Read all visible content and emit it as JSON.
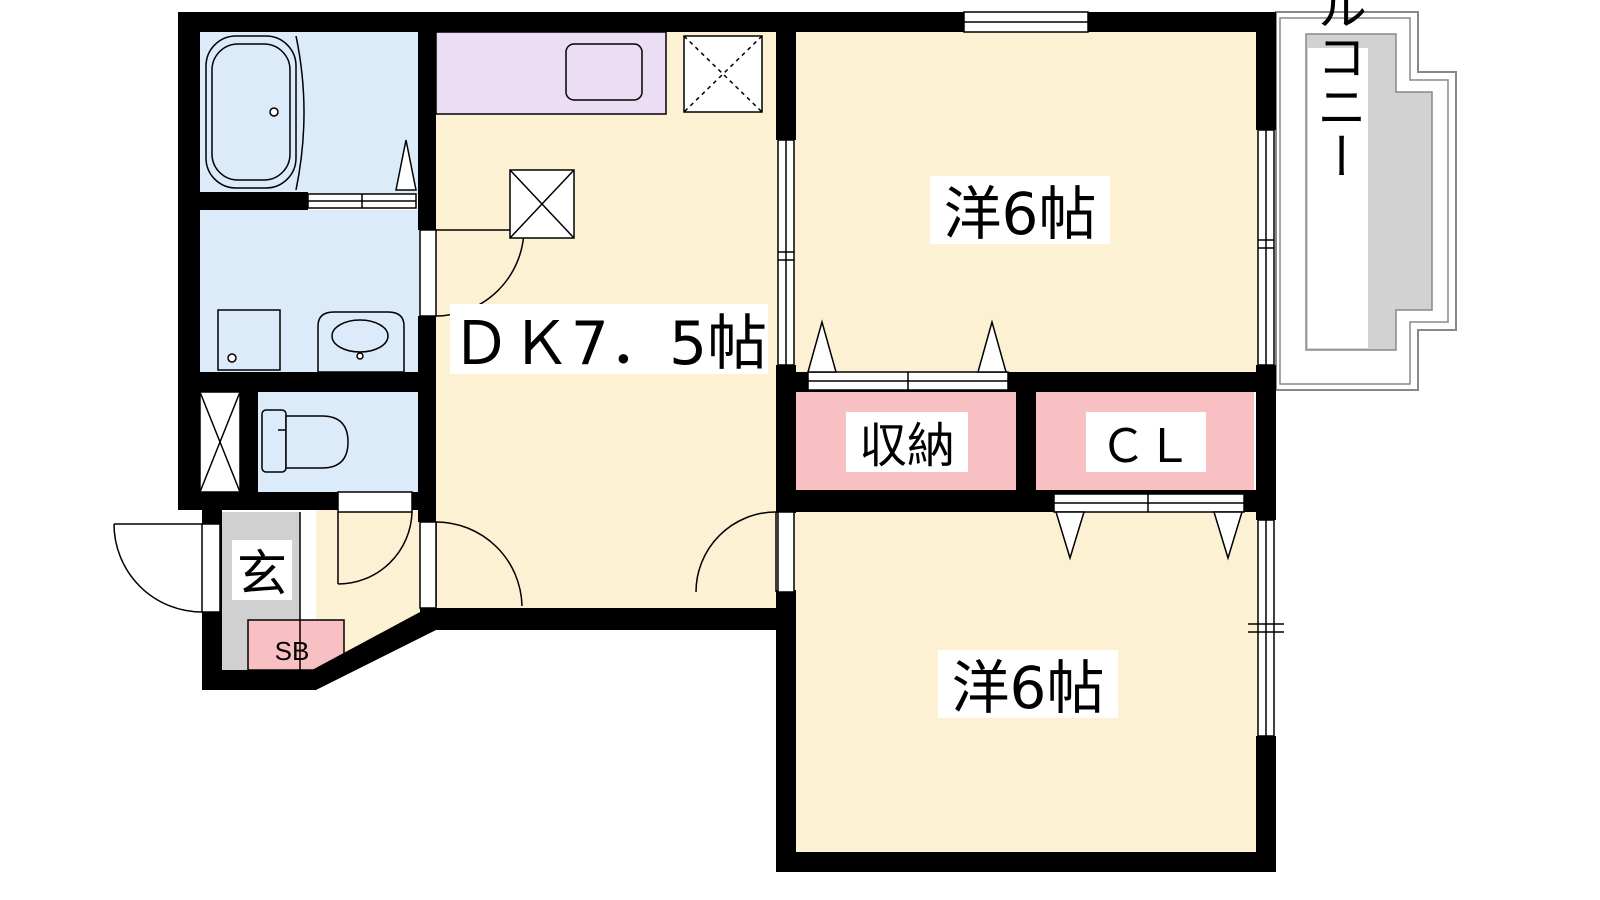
{
  "rooms": {
    "dk": "ＤＫ7．5帖",
    "western_top": "洋6帖",
    "western_bottom": "洋6帖",
    "storage": "収納",
    "closet": "ＣＬ",
    "entrance": "玄",
    "shoe_box": "SB",
    "balcony": "バルコニー"
  },
  "colors": {
    "wall": "#000000",
    "living_floor": "#fdf1d3",
    "wet_area": "#dcebfa",
    "kitchen_counter": "#eaddf4",
    "storage": "#f9c0c3",
    "entrance": "#d0d0d0",
    "balcony": "#d2d2d2"
  }
}
